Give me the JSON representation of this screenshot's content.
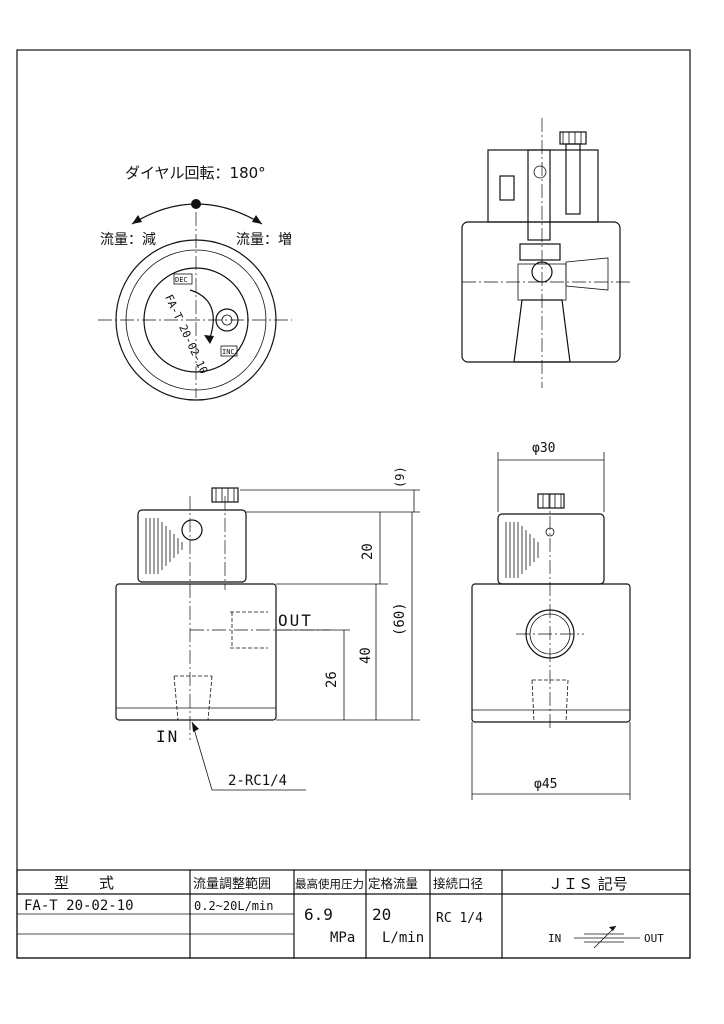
{
  "dial": {
    "rotation": "ダイヤル回転：180°",
    "flow_decrease": "流量：減",
    "flow_increase": "流量：増",
    "face_model": "FA-T 20-02-10",
    "dec_mark": "DEC",
    "inc_mark": "INC"
  },
  "dimensions": {
    "d9": "(9)",
    "d20": "20",
    "d60": "(60)",
    "d40": "40",
    "d26": "26",
    "phi30": "φ30",
    "phi45": "φ45"
  },
  "ports": {
    "out": "OUT",
    "in": "IN",
    "thread": "2-RC1/4"
  },
  "title_block": {
    "headers": [
      "型　　式",
      "流量調整範囲",
      "最高使用圧力",
      "定格流量",
      "接続口径",
      "ＪＩＳ 記号"
    ],
    "model": "FA-T 20-02-10",
    "flow_range": "0.2~20L/min",
    "max_pressure_value": "6.9",
    "max_pressure_unit": "MPa",
    "rated_flow_value": "20",
    "rated_flow_unit": "L/min",
    "port_size": "RC 1/4",
    "jis_in": "IN",
    "jis_out": "OUT"
  }
}
